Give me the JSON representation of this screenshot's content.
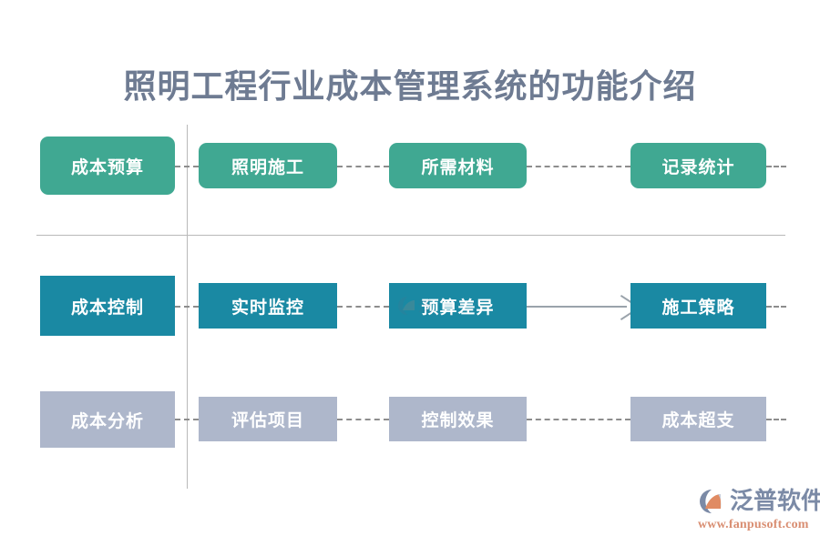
{
  "page": {
    "title": "照明工程行业成本管理系统的功能介绍",
    "background_color": "#ffffff",
    "title_color": "#6e7b92"
  },
  "colors": {
    "row1_green": "#40a892",
    "row2_teal": "#1a89a3",
    "row3_grayblue": "#aeb7cb",
    "rule_gray": "#b9b9b9",
    "dash_gray": "#8d8d8d",
    "arrow_gray": "#9aa3ab",
    "logo_text": "#7b8aa6",
    "logo_url": "#d98e72"
  },
  "diagram": {
    "rows": [
      {
        "id": "row-cost-budget",
        "style": "green-rounded",
        "lead": {
          "label": "成本预算"
        },
        "steps": [
          {
            "label": "照明施工"
          },
          {
            "label": "所需材料"
          },
          {
            "label": "记录统计"
          }
        ],
        "connector": "dashed"
      },
      {
        "id": "row-cost-control",
        "style": "teal-square",
        "lead": {
          "label": "成本控制"
        },
        "steps": [
          {
            "label": "实时监控"
          },
          {
            "label": "预算差异"
          },
          {
            "label": "施工策略"
          }
        ],
        "connector": "dashed-with-arrow"
      },
      {
        "id": "row-cost-analysis",
        "style": "grayblue-square",
        "lead": {
          "label": "成本分析"
        },
        "steps": [
          {
            "label": "评估项目"
          },
          {
            "label": "控制效果"
          },
          {
            "label": "成本超支"
          }
        ],
        "connector": "dashed"
      }
    ]
  },
  "footer": {
    "brand": "泛普软件",
    "url": "www.fanpusoft.com"
  }
}
